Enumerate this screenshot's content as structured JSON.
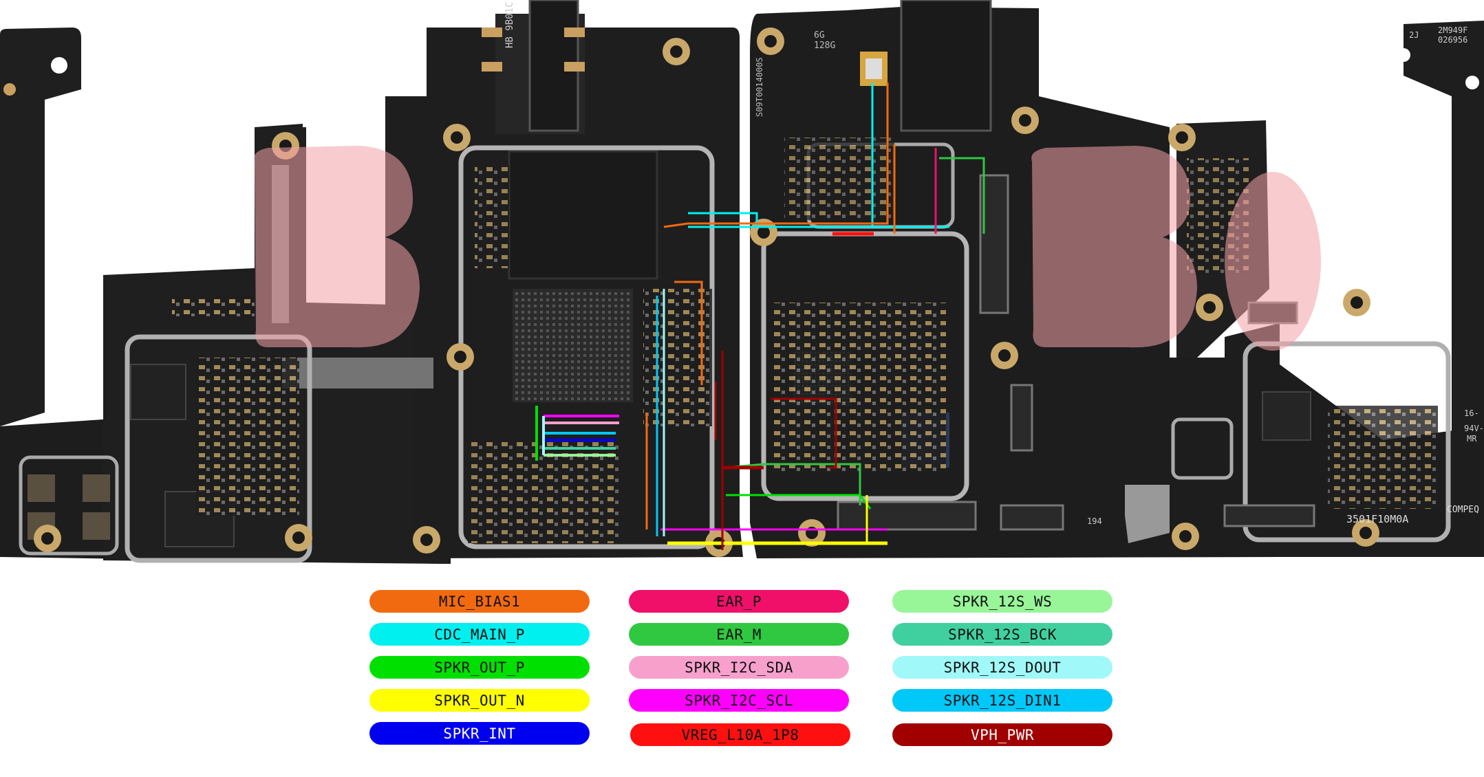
{
  "board": {
    "silkscreen": {
      "left_model": "HB 9B01C",
      "mem": "6G",
      "mem2": "128G",
      "serial_top": "S09T0014000S",
      "right_model": "3501F10M0A",
      "right_code": "2M949F",
      "right_code2": "026956",
      "right_code3": "2J",
      "compeq": "COMPEQ",
      "f194": "194",
      "mark16": "16-",
      "mark94": "94V-",
      "mark_mr": "MR"
    }
  },
  "legend": {
    "columns": [
      [
        {
          "label": "MIC_BIAS1",
          "color": "#f26a10"
        },
        {
          "label": "CDC_MAIN_P",
          "color": "#00f0f0"
        },
        {
          "label": "SPKR_OUT_P",
          "color": "#00e000"
        },
        {
          "label": "SPKR_OUT_N",
          "color": "#ffff00"
        },
        {
          "label": "SPKR_INT",
          "color": "#0000f0"
        }
      ],
      [
        {
          "label": "EAR_P",
          "color": "#f0106a"
        },
        {
          "label": "EAR_M",
          "color": "#30c840"
        },
        {
          "label": "SPKR_I2C_SDA",
          "color": "#f7a0cc"
        },
        {
          "label": "SPKR_I2C_SCL",
          "color": "#ff00ff"
        },
        {
          "label": "VREG_L10A_1P8",
          "color": "#ff1010"
        }
      ],
      [
        {
          "label": "SPKR_12S_WS",
          "color": "#98f598"
        },
        {
          "label": "SPKR_12S_BCK",
          "color": "#40d0a0"
        },
        {
          "label": "SPKR_12S_DOUT",
          "color": "#a0f8f8"
        },
        {
          "label": "SPKR_12S_DIN1",
          "color": "#00c8f8"
        },
        {
          "label": "VPH_PWR",
          "color": "#a00000"
        }
      ]
    ]
  }
}
